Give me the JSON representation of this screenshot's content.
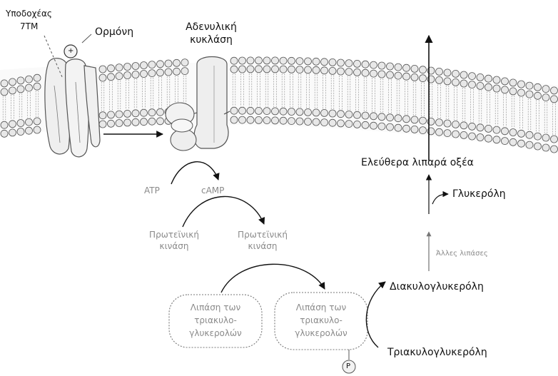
{
  "labels": {
    "receptor_line1": "Υποδοχέας",
    "receptor_line2": "7TM",
    "hormone": "Ορμόνη",
    "cyclase_line1": "Αδενυλική",
    "cyclase_line2": "κυκλάση",
    "plus_sign": "+",
    "atp": "ATP",
    "camp": "cAMP",
    "kinase_inactive_line1": "Πρωτεϊνική",
    "kinase_inactive_line2": "κινάση",
    "kinase_active_line1": "Πρωτεϊνική",
    "kinase_active_line2": "κινάση",
    "lipase_inactive_line1": "Λιπάση των",
    "lipase_inactive_line2": "τριακυλο-",
    "lipase_inactive_line3": "γλυκερολών",
    "lipase_active_line1": "Λιπάση των",
    "lipase_active_line2": "τριακυλο-",
    "lipase_active_line3": "γλυκερολών",
    "phosphate": "P",
    "free_fatty_acids": "Ελεύθερα λιπαρά οξέα",
    "glycerol": "Γλυκερόλη",
    "other_lipases": "Άλλες λιπάσες",
    "diacylglycerol": "Διακυλογλυκερόλη",
    "triacylglycerol": "Τριακυλογλυκερόλη"
  },
  "colors": {
    "ink": "#111111",
    "faint_text": "#8a8a8a",
    "membrane_head_fill": "#e8e8e8",
    "protein_fill": "#efefef",
    "protein_stroke": "#555555"
  }
}
